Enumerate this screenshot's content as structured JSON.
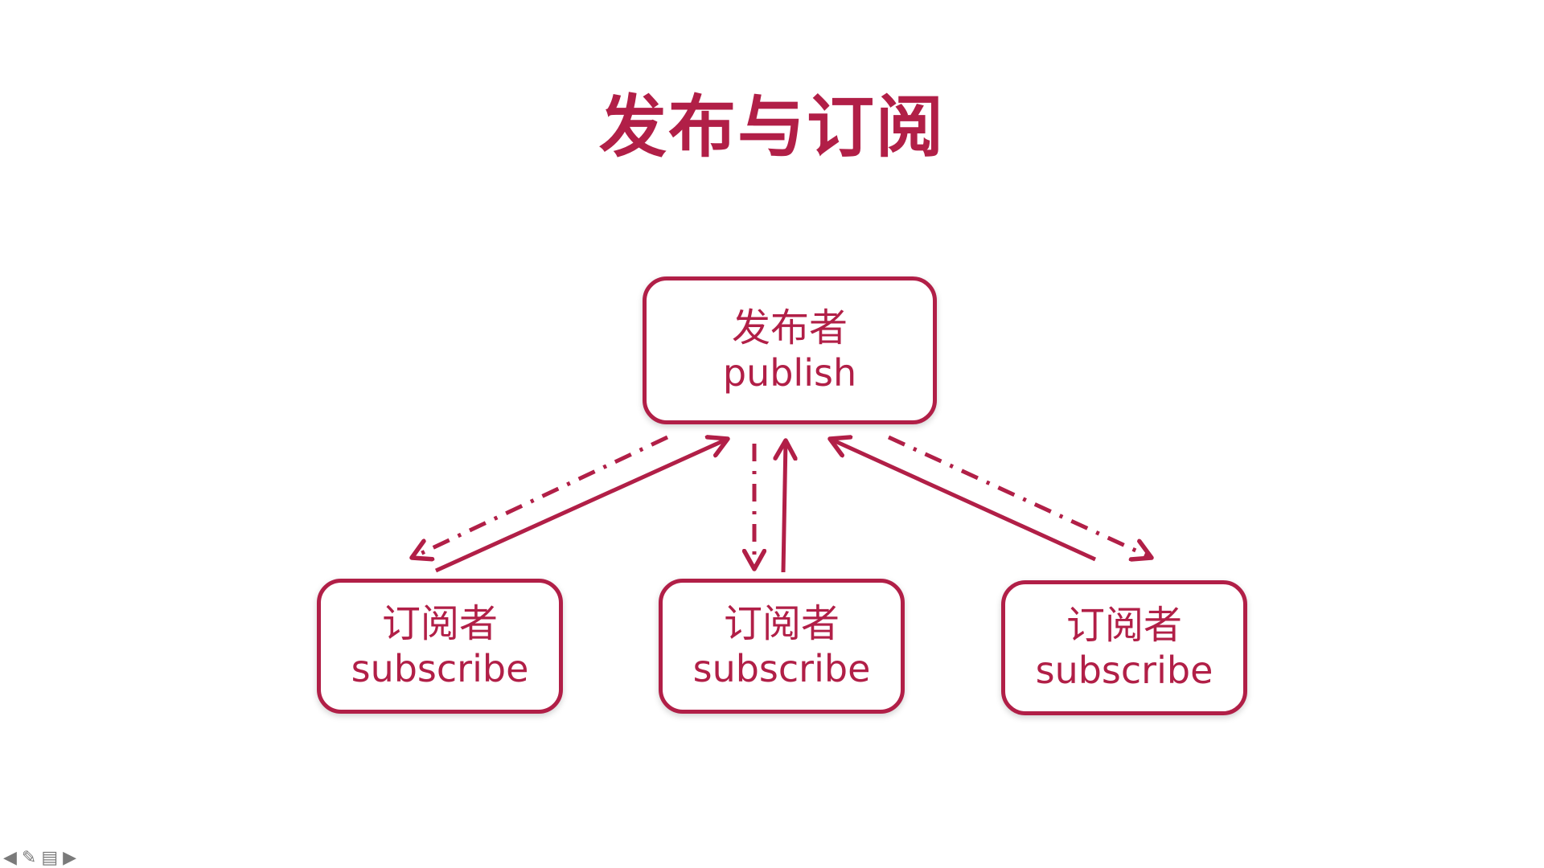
{
  "title": "发布与订阅",
  "colors": {
    "accent": "#b11f47",
    "background": "#ffffff",
    "nav_icon": "#7a7a7a"
  },
  "publisher": {
    "label_cn": "发布者",
    "label_en": "publish"
  },
  "subscribers": [
    {
      "label_cn": "订阅者",
      "label_en": "subscribe"
    },
    {
      "label_cn": "订阅者",
      "label_en": "subscribe"
    },
    {
      "label_cn": "订阅者",
      "label_en": "subscribe"
    }
  ],
  "nav": {
    "icons": [
      "arrow-left-icon",
      "pen-icon",
      "menu-icon",
      "arrow-right-icon"
    ]
  }
}
